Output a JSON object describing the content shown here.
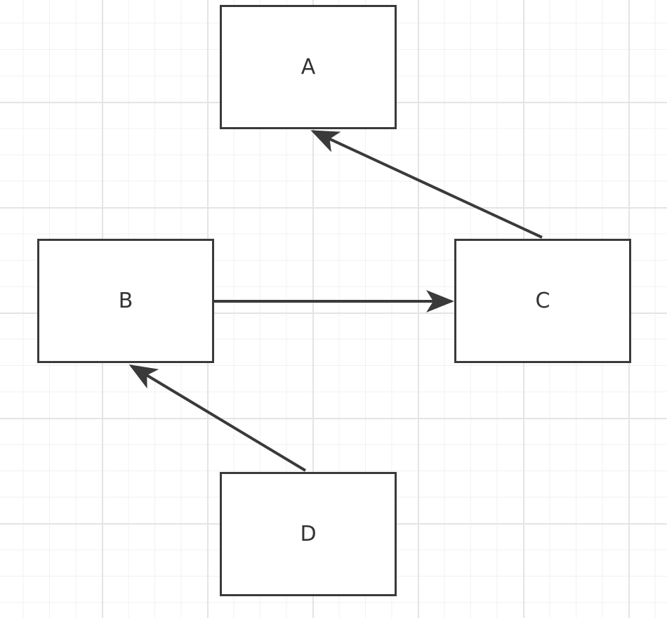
{
  "diagram": {
    "nodes": [
      {
        "id": "A",
        "label": "A"
      },
      {
        "id": "B",
        "label": "B"
      },
      {
        "id": "C",
        "label": "C"
      },
      {
        "id": "D",
        "label": "D"
      }
    ],
    "edges": [
      {
        "from": "B",
        "to": "C"
      },
      {
        "from": "C",
        "to": "A"
      },
      {
        "from": "D",
        "to": "B"
      }
    ],
    "colors": {
      "stroke": "#3a3a3a",
      "text": "#333333",
      "grid": "#e4e4e4",
      "background": "#ffffff"
    }
  }
}
